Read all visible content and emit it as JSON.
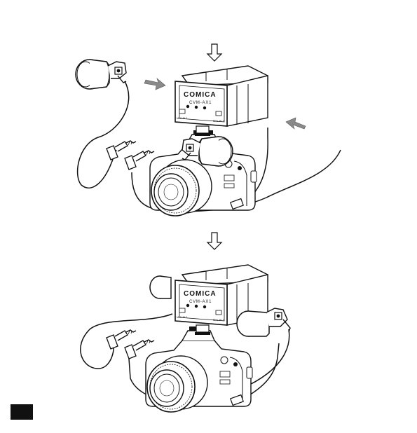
{
  "adapter": {
    "brand": "COMICA",
    "model": "CVM-AX1",
    "left_jack_label": "MIC IN 1",
    "right_jack_label": "MIC IN 2"
  },
  "colors": {
    "line": "#111111",
    "arrow_fill": "#8a8a8a",
    "background": "#ffffff"
  },
  "icons": [
    "down-arrow-icon",
    "insert-arrow-icon"
  ],
  "steps": [
    {
      "name": "step-1",
      "description_visible": false
    },
    {
      "name": "step-2",
      "description_visible": false
    }
  ]
}
